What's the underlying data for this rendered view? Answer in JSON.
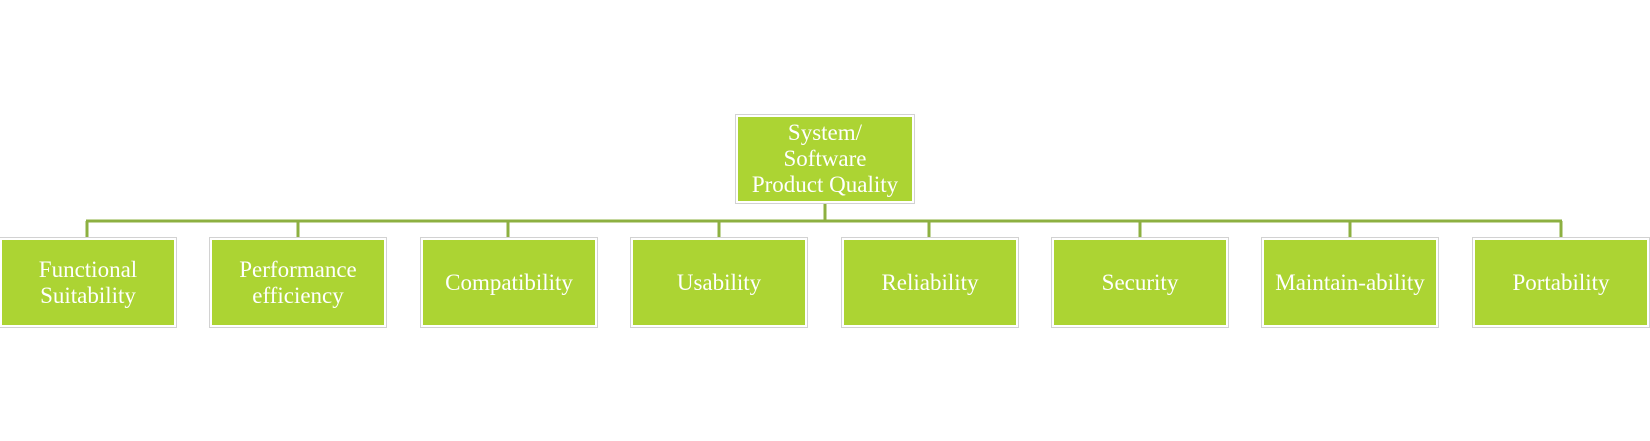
{
  "diagram": {
    "root": {
      "label": "System/\nSoftware\nProduct  Quality"
    },
    "children": [
      {
        "label": "Functional Suitability"
      },
      {
        "label": "Performance efficiency"
      },
      {
        "label": "Compatibility"
      },
      {
        "label": "Usability"
      },
      {
        "label": "Reliability"
      },
      {
        "label": "Security"
      },
      {
        "label": "Maintain-ability"
      },
      {
        "label": "Portability"
      }
    ],
    "colors": {
      "node_fill": "#acd433",
      "node_text": "#ffffff",
      "connector": "#8db041",
      "node_outline": "#d2d2d2"
    }
  }
}
